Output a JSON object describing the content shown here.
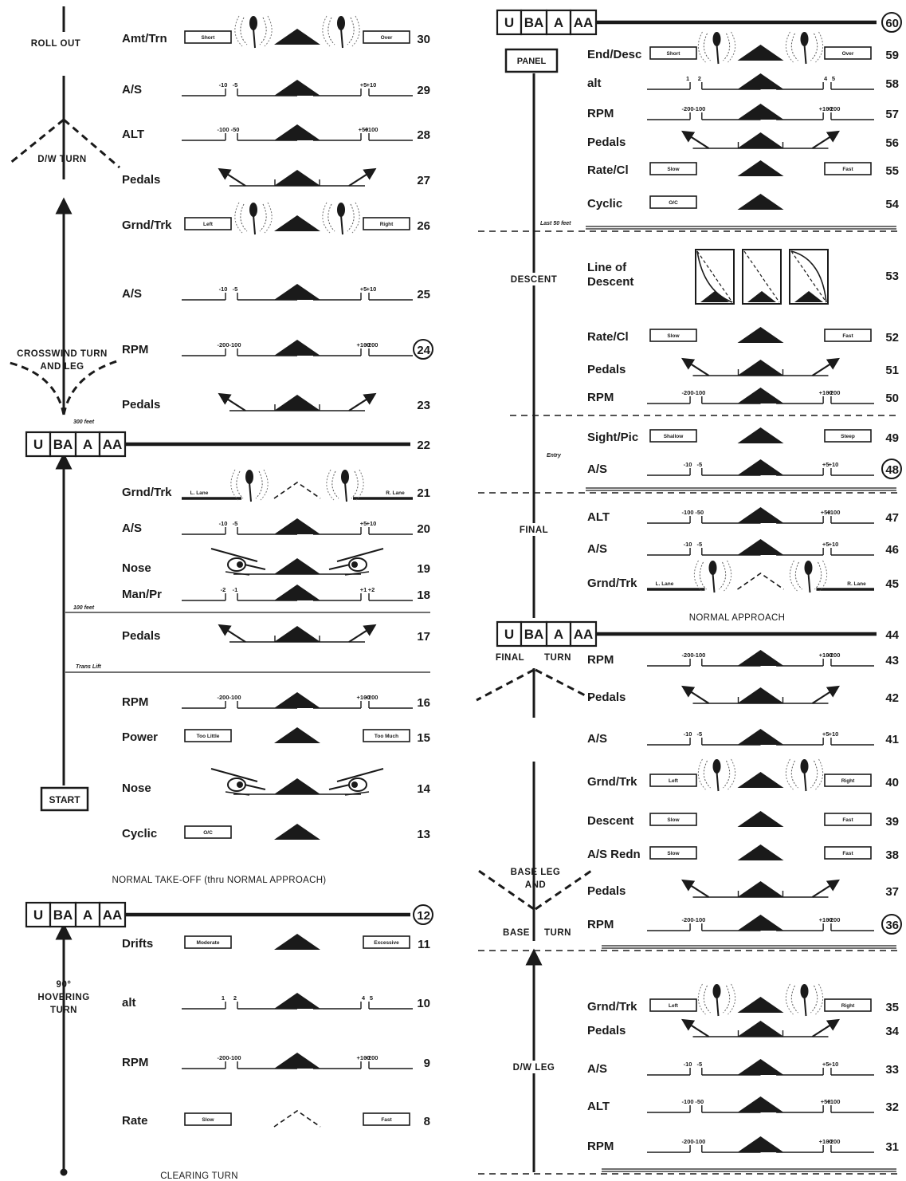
{
  "left_column": {
    "phases": {
      "roll_out": "ROLL OUT",
      "dw_turn": "D/W TURN",
      "crosswind_1": "CROSSWIND TURN",
      "crosswind_2": "AND LEG",
      "hover_1": "90°",
      "hover_2": "HOVERING",
      "hover_3": "TURN"
    },
    "markers": {
      "start": "START",
      "ft300": "300 feet",
      "ft100": "100 feet",
      "trans_lift": "Trans Lift"
    },
    "captions": {
      "takeoff": "NORMAL TAKE-OFF (thru NORMAL APPROACH)",
      "clearing": "CLEARING TURN"
    },
    "grading_blocks": [
      {
        "num": "22",
        "codes": [
          "U",
          "BA",
          "A",
          "AA"
        ]
      },
      {
        "num": "12",
        "codes": [
          "U",
          "BA",
          "A",
          "AA"
        ]
      }
    ],
    "rows": [
      {
        "num": "30",
        "label": "Amt/Trn",
        "kind": "boxdrop",
        "left": "Short",
        "right": "Over"
      },
      {
        "num": "29",
        "label": "A/S",
        "kind": "scale",
        "ticks": [
          "-10",
          "-5",
          "+5",
          "+10"
        ]
      },
      {
        "num": "28",
        "label": "ALT",
        "kind": "scale",
        "ticks": [
          "-100",
          "-50",
          "+50",
          "+100"
        ]
      },
      {
        "num": "27",
        "label": "Pedals",
        "kind": "pedals"
      },
      {
        "num": "26",
        "label": "Grnd/Trk",
        "kind": "boxdrop",
        "left": "Left",
        "right": "Right"
      },
      {
        "num": "25",
        "label": "A/S",
        "kind": "scale",
        "ticks": [
          "-10",
          "-5",
          "+5",
          "+10"
        ]
      },
      {
        "num": "24",
        "label": "RPM",
        "kind": "scale",
        "ticks": [
          "-200",
          "-100",
          "+100",
          "+200"
        ]
      },
      {
        "num": "23",
        "label": "Pedals",
        "kind": "pedals"
      },
      {
        "num": "21",
        "label": "Grnd/Trk",
        "kind": "linedrop",
        "left": "L. Lane",
        "right": "R. Lane"
      },
      {
        "num": "20",
        "label": "A/S",
        "kind": "scale",
        "ticks": [
          "-10",
          "-5",
          "+5",
          "+10"
        ]
      },
      {
        "num": "19",
        "label": "Nose",
        "kind": "heli"
      },
      {
        "num": "18",
        "label": "Man/Pr",
        "kind": "scale",
        "ticks": [
          "-2",
          "-1",
          "+1",
          "+2"
        ]
      },
      {
        "num": "17",
        "label": "Pedals",
        "kind": "pedals"
      },
      {
        "num": "16",
        "label": "RPM",
        "kind": "scale",
        "ticks": [
          "-200",
          "-100",
          "+100",
          "+200"
        ]
      },
      {
        "num": "15",
        "label": "Power",
        "kind": "boxes",
        "left": "Too Little",
        "right": "Too Much"
      },
      {
        "num": "14",
        "label": "Nose",
        "kind": "heli"
      },
      {
        "num": "13",
        "label": "Cyclic",
        "kind": "boxes",
        "left": "O/C",
        "right": ""
      },
      {
        "num": "11",
        "label": "Drifts",
        "kind": "boxes",
        "left": "Moderate",
        "right": "Excessive"
      },
      {
        "num": "10",
        "label": "alt",
        "kind": "scale",
        "ticks": [
          "1",
          "2",
          "4",
          "5"
        ]
      },
      {
        "num": "9",
        "label": "RPM",
        "kind": "scale",
        "ticks": [
          "-200",
          "-100",
          "+100",
          "+200"
        ]
      },
      {
        "num": "8",
        "label": "Rate",
        "kind": "boxes",
        "left": "Slow",
        "right": "Fast"
      }
    ]
  },
  "right_column": {
    "phases": {
      "descent": "DESCENT",
      "final": "FINAL",
      "final_turn_1": "FINAL",
      "final_turn_2": "TURN",
      "base_leg_1": "BASE LEG",
      "base_leg_2": "AND",
      "base_turn_1": "BASE",
      "base_turn_2": "TURN",
      "dw_leg": "D/W LEG"
    },
    "markers": {
      "panel": "PANEL",
      "last50": "Last 50 feet",
      "entry": "Entry"
    },
    "captions": {
      "approach": "NORMAL APPROACH"
    },
    "grading_blocks": [
      {
        "num": "60",
        "codes": [
          "U",
          "BA",
          "A",
          "AA"
        ]
      },
      {
        "num": "44",
        "codes": [
          "U",
          "BA",
          "A",
          "AA"
        ]
      }
    ],
    "rows": [
      {
        "num": "59",
        "label": "End/Desc",
        "kind": "boxdrop",
        "left": "Short",
        "right": "Over"
      },
      {
        "num": "58",
        "label": "alt",
        "kind": "scale",
        "ticks": [
          "1",
          "2",
          "4",
          "5"
        ]
      },
      {
        "num": "57",
        "label": "RPM",
        "kind": "scale",
        "ticks": [
          "-200",
          "-100",
          "+100",
          "+200"
        ]
      },
      {
        "num": "56",
        "label": "Pedals",
        "kind": "pedals"
      },
      {
        "num": "55",
        "label": "Rate/Cl",
        "kind": "boxes",
        "left": "Slow",
        "right": "Fast"
      },
      {
        "num": "54",
        "label": "Cyclic",
        "kind": "boxes",
        "left": "O/C",
        "right": ""
      },
      {
        "num": "53",
        "label": "Line of",
        "label2": "Descent",
        "kind": "lod"
      },
      {
        "num": "52",
        "label": "Rate/Cl",
        "kind": "boxes",
        "left": "Slow",
        "right": "Fast"
      },
      {
        "num": "51",
        "label": "Pedals",
        "kind": "pedals"
      },
      {
        "num": "50",
        "label": "RPM",
        "kind": "scale",
        "ticks": [
          "-200",
          "-100",
          "+100",
          "+200"
        ]
      },
      {
        "num": "49",
        "label": "Sight/Pic",
        "kind": "boxes",
        "left": "Shallow",
        "right": "Steep"
      },
      {
        "num": "48",
        "label": "A/S",
        "kind": "scale",
        "ticks": [
          "-10",
          "-5",
          "+5",
          "+10"
        ]
      },
      {
        "num": "47",
        "label": "ALT",
        "kind": "scale",
        "ticks": [
          "-100",
          "-50",
          "+50",
          "+100"
        ]
      },
      {
        "num": "46",
        "label": "A/S",
        "kind": "scale",
        "ticks": [
          "-10",
          "-5",
          "+5",
          "+10"
        ]
      },
      {
        "num": "45",
        "label": "Grnd/Trk",
        "kind": "linedrop",
        "left": "L. Lane",
        "right": "R. Lane"
      },
      {
        "num": "43",
        "label": "RPM",
        "kind": "scale",
        "ticks": [
          "-200",
          "-100",
          "+100",
          "+200"
        ]
      },
      {
        "num": "42",
        "label": "Pedals",
        "kind": "pedals"
      },
      {
        "num": "41",
        "label": "A/S",
        "kind": "scale",
        "ticks": [
          "-10",
          "-5",
          "+5",
          "+10"
        ]
      },
      {
        "num": "40",
        "label": "Grnd/Trk",
        "kind": "boxdrop",
        "left": "Left",
        "right": "Right"
      },
      {
        "num": "39",
        "label": "Descent",
        "kind": "boxes",
        "left": "Slow",
        "right": "Fast"
      },
      {
        "num": "38",
        "label": "A/S Redn",
        "kind": "boxes",
        "left": "Slow",
        "right": "Fast"
      },
      {
        "num": "37",
        "label": "Pedals",
        "kind": "pedals"
      },
      {
        "num": "36",
        "label": "RPM",
        "kind": "scale",
        "ticks": [
          "-200",
          "-100",
          "+100",
          "+200"
        ]
      },
      {
        "num": "35",
        "label": "Grnd/Trk",
        "kind": "boxdrop",
        "left": "Left",
        "right": "Right"
      },
      {
        "num": "34",
        "label": "Pedals",
        "kind": "pedals"
      },
      {
        "num": "33",
        "label": "A/S",
        "kind": "scale",
        "ticks": [
          "-10",
          "-5",
          "+5",
          "+10"
        ]
      },
      {
        "num": "32",
        "label": "ALT",
        "kind": "scale",
        "ticks": [
          "-100",
          "-50",
          "+50",
          "+100"
        ]
      },
      {
        "num": "31",
        "label": "RPM",
        "kind": "scale",
        "ticks": [
          "-200",
          "-100",
          "+100",
          "+200"
        ]
      }
    ]
  },
  "circled_numbers": [
    "60",
    "48",
    "36",
    "24",
    "12"
  ]
}
